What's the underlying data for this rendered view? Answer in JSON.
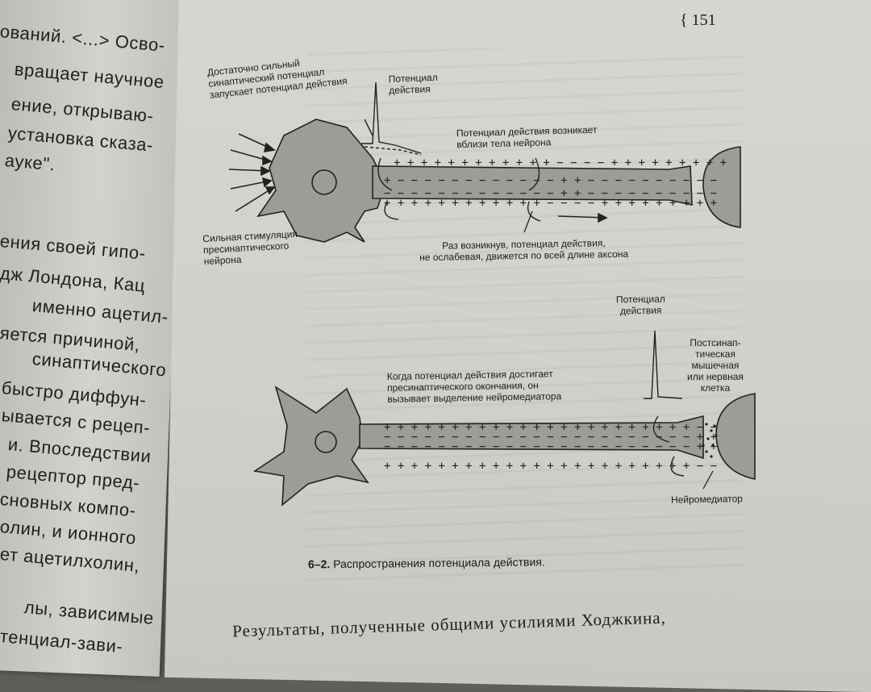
{
  "left_page": {
    "lines": [
      "ований. <...> Осво-",
      "вращает научное",
      "ение, открываю-",
      "установка сказа-",
      "ауке\".",
      "ения своей гипо-",
      "дж Лондона, Кац",
      "именно ацетил-",
      "яется причиной,",
      "синаптического",
      "быстро диффун-",
      "ывается с рецеп-",
      "и. Впоследствии",
      "рецептор пред-",
      "сновных компо-",
      "олин, и ионного",
      "ет ацетилхолин,",
      "лы, зависимые",
      "тенциал-зави-"
    ]
  },
  "right_page": {
    "page_number": "{ 151",
    "figure_top": {
      "label_strong_potential": [
        "Достаточно сильный",
        "синаптический потенциал",
        "запускает потенциал действия"
      ],
      "label_action_potential": [
        "Потенциал",
        "действия"
      ],
      "label_arises": [
        "Потенциал действия возникает",
        "вблизи тела нейрона"
      ],
      "label_stimulation": [
        "Сильная стимуляция",
        "пресинаптического",
        "нейрона"
      ],
      "label_propagates": [
        "Раз возникнув, потенциал действия,",
        "не ослабевая, движется по всей длине аксона"
      ]
    },
    "figure_bottom": {
      "label_action_potential": [
        "Потенциал",
        "действия"
      ],
      "label_postsynaptic": [
        "Постсинап-",
        "тическая",
        "мышечная",
        "или нервная",
        "клетка"
      ],
      "label_terminal": [
        "Когда потенциал действия достигает",
        "пресинаптического окончания, он",
        "вызывает выделение нейромедиатора"
      ],
      "label_neuromediator": "Нейромедиатор"
    },
    "caption": {
      "number": "6–2.",
      "text": "Распространения потенциала действия."
    },
    "bottom_text": "Результаты, полученные общими усилиями Ходжкина,"
  }
}
